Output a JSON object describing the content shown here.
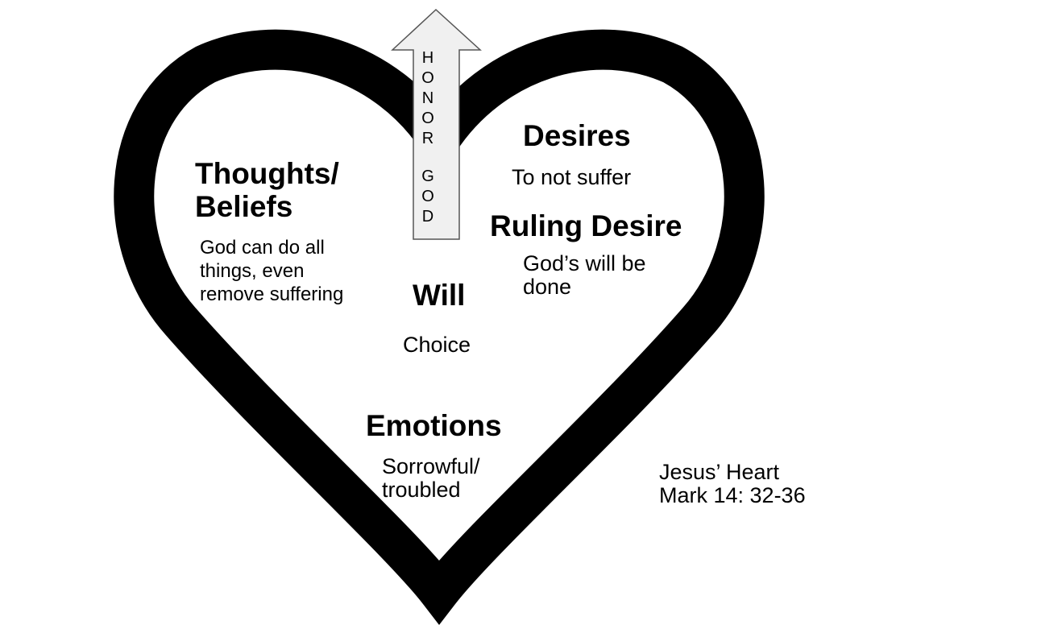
{
  "colors": {
    "outline": "#000000",
    "fill": "#ffffff",
    "arrow_fill": "#f0f0f0",
    "arrow_stroke": "#555555"
  },
  "icons": {
    "heart": "heart-icon",
    "arrow": "up-arrow-icon"
  },
  "arrow": {
    "letters": [
      "H",
      "O",
      "N",
      "O",
      "R",
      "G",
      "O",
      "D"
    ]
  },
  "thoughts": {
    "title_line1": "Thoughts/",
    "title_line2": "Beliefs",
    "text_line1": "God can do all",
    "text_line2": "things, even",
    "text_line3": "remove suffering"
  },
  "desires": {
    "title": "Desires",
    "text": "To not suffer"
  },
  "ruling_desire": {
    "title": "Ruling Desire",
    "text_line1": "God’s will be",
    "text_line2": "done"
  },
  "will": {
    "title": "Will",
    "text": "Choice"
  },
  "emotions": {
    "title": "Emotions",
    "text_line1": "Sorrowful/",
    "text_line2": "troubled"
  },
  "caption": {
    "line1": "Jesus’ Heart",
    "line2": "Mark 14: 32-36"
  }
}
